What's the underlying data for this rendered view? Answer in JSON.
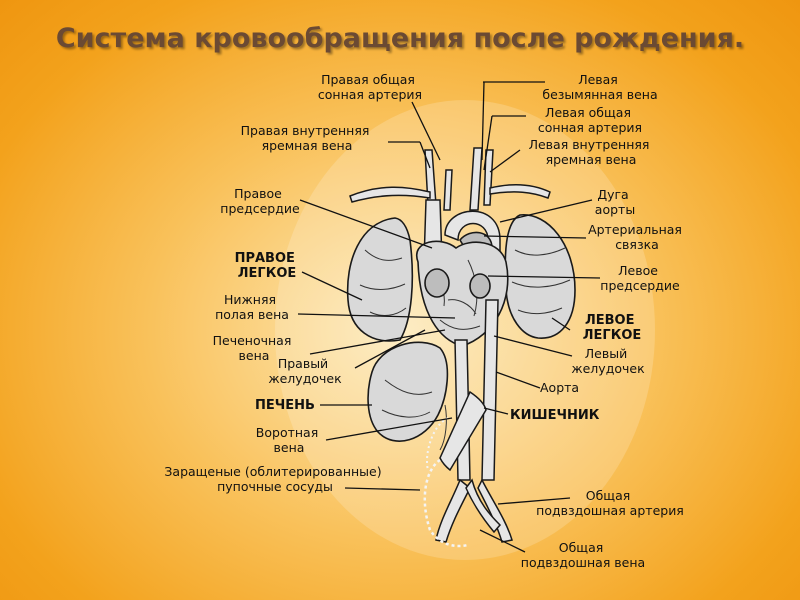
{
  "title": "Система кровообращения после рождения.",
  "labels": {
    "right_common_carotid": [
      "Правая общая",
      "сонная артерия"
    ],
    "left_brachiocephalic_vein": [
      "Левая",
      "безымянная вена"
    ],
    "left_common_carotid": [
      "Левая общая",
      "сонная артерия"
    ],
    "right_internal_jugular": [
      "Правая внутренняя",
      "яремная вена"
    ],
    "left_internal_jugular": [
      "Левая внутренняя",
      "яремная вена"
    ],
    "right_atrium": [
      "Правое",
      "предсердие"
    ],
    "aortic_arch": [
      "Дуга",
      "аорты"
    ],
    "arterial_ligament": [
      "Артериальная",
      "связка"
    ],
    "right_lung": [
      "ПРАВОЕ",
      "ЛЕГКОЕ"
    ],
    "left_atrium": [
      "Левое",
      "предсердие"
    ],
    "inferior_vena_cava": [
      "Нижняя",
      "полая вена"
    ],
    "left_lung": [
      "ЛЕВОЕ",
      "ЛЕГКОЕ"
    ],
    "hepatic_vein": [
      "Печеночная",
      "вена"
    ],
    "left_ventricle": [
      "Левый",
      "желудочек"
    ],
    "right_ventricle": [
      "Правый",
      "желудочек"
    ],
    "aorta": [
      "Аорта"
    ],
    "liver": [
      "ПЕЧЕНЬ"
    ],
    "intestine": [
      "КИШЕЧНИК"
    ],
    "portal_vein": [
      "Воротная",
      "вена"
    ],
    "umbilical_vessels": [
      "Заращеные (облитерированные)",
      "пупочные сосуды"
    ],
    "common_iliac_artery": [
      "Общая",
      "подвздошная артерия"
    ],
    "common_iliac_vein": [
      "Общая",
      "подвздошная вена"
    ]
  }
}
